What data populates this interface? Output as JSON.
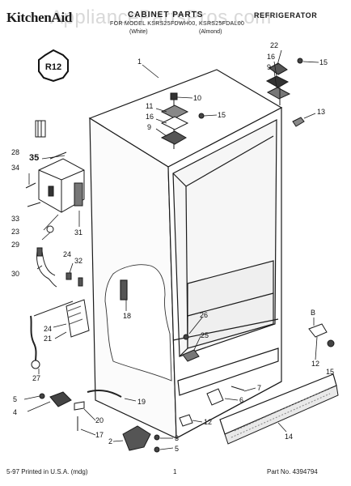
{
  "header": {
    "brand": "KitchenAid",
    "watermark": "AppliancePartsPros.com",
    "doc_title": "CABINET PARTS",
    "doc_type": "REFRIGERATOR",
    "models": "FOR MODEL KSRS25FDWH00, KSRS25FDAL00",
    "color_white": "(White)",
    "color_almond": "(Almond)"
  },
  "badge": {
    "text": "R12"
  },
  "callouts": [
    {
      "id": "c1",
      "text": "1"
    },
    {
      "id": "c22",
      "text": "22"
    },
    {
      "id": "c16a",
      "text": "16"
    },
    {
      "id": "c9a",
      "text": "9"
    },
    {
      "id": "c15a",
      "text": "15"
    },
    {
      "id": "c10",
      "text": "10"
    },
    {
      "id": "c11",
      "text": "11"
    },
    {
      "id": "c16b",
      "text": "16"
    },
    {
      "id": "c9b",
      "text": "9"
    },
    {
      "id": "c15b",
      "text": "15"
    },
    {
      "id": "c13",
      "text": "13"
    },
    {
      "id": "c28",
      "text": "28"
    },
    {
      "id": "c35",
      "text": "35"
    },
    {
      "id": "c34",
      "text": "34"
    },
    {
      "id": "c33",
      "text": "33"
    },
    {
      "id": "c23",
      "text": "23"
    },
    {
      "id": "c31",
      "text": "31"
    },
    {
      "id": "c29",
      "text": "29"
    },
    {
      "id": "c30",
      "text": "30"
    },
    {
      "id": "c24a",
      "text": "24"
    },
    {
      "id": "c32",
      "text": "32"
    },
    {
      "id": "c18",
      "text": "18"
    },
    {
      "id": "c26",
      "text": "26"
    },
    {
      "id": "c25",
      "text": "25"
    },
    {
      "id": "cB",
      "text": "B"
    },
    {
      "id": "c12a",
      "text": "12"
    },
    {
      "id": "c15c",
      "text": "15"
    },
    {
      "id": "c24b",
      "text": "24"
    },
    {
      "id": "c21",
      "text": "21"
    },
    {
      "id": "c27",
      "text": "27"
    },
    {
      "id": "c5a",
      "text": "5"
    },
    {
      "id": "c4",
      "text": "4"
    },
    {
      "id": "c20",
      "text": "20"
    },
    {
      "id": "c17",
      "text": "17"
    },
    {
      "id": "c19",
      "text": "19"
    },
    {
      "id": "c7",
      "text": "7"
    },
    {
      "id": "c6",
      "text": "6"
    },
    {
      "id": "c12b",
      "text": "12"
    },
    {
      "id": "c2",
      "text": "2"
    },
    {
      "id": "c3",
      "text": "3"
    },
    {
      "id": "c5b",
      "text": "5"
    },
    {
      "id": "c14",
      "text": "14"
    }
  ],
  "footer": {
    "printed": "5-97 Printed in U.S.A. (mdg)",
    "page": "1",
    "part_no": "Part No. 4394794"
  }
}
